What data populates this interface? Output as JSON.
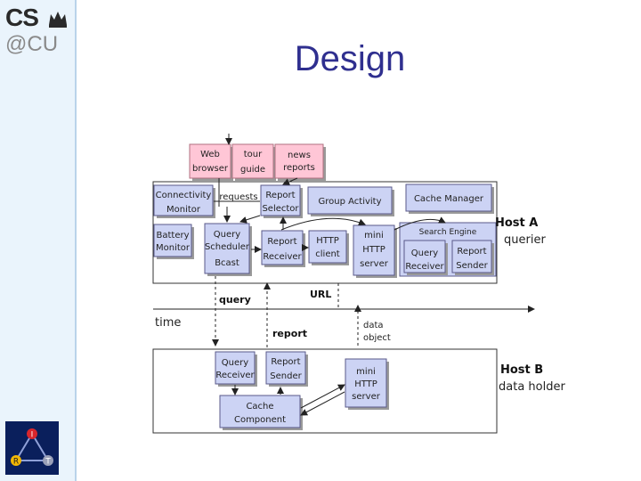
{
  "logo": {
    "cs": "CS",
    "cu": "@CU"
  },
  "irt_logo": {
    "top": "I",
    "left": "R",
    "right": "T"
  },
  "title": "Design",
  "apps": [
    {
      "line1": "Web",
      "line2": "browser"
    },
    {
      "line1": "tour",
      "line2": "guide"
    },
    {
      "line1": "news",
      "line2": "reports"
    }
  ],
  "host_a": {
    "name": "Host A",
    "role": "querier",
    "connectivity": {
      "line1": "Connectivity",
      "line2": "Monitor"
    },
    "requests": "requests",
    "report_selector": {
      "line1": "Report",
      "line2": "Selector"
    },
    "group_activity": "Group Activity",
    "cache_manager": "Cache Manager",
    "battery": {
      "line1": "Battery",
      "line2": "Monitor"
    },
    "query_scheduler": {
      "line1": "Query",
      "line2": "Scheduler",
      "line3": "Bcast"
    },
    "report_receiver": {
      "line1": "Report",
      "line2": "Receiver"
    },
    "http_client": {
      "line1": "HTTP",
      "line2": "client"
    },
    "mini_http": {
      "line1": "mini",
      "line2": "HTTP",
      "line3": "server"
    },
    "search_engine": "Search Engine",
    "query_receiver": {
      "line1": "Query",
      "line2": "Receiver"
    },
    "report_sender": {
      "line1": "Report",
      "line2": "Sender"
    }
  },
  "timeline": {
    "query": "query",
    "url": "URL",
    "time": "time",
    "report": "report",
    "data_object": {
      "line1": "data",
      "line2": "object"
    }
  },
  "host_b": {
    "name": "Host B",
    "role": "data holder",
    "query_receiver": {
      "line1": "Query",
      "line2": "Receiver"
    },
    "report_sender": {
      "line1": "Report",
      "line2": "Sender"
    },
    "mini_http": {
      "line1": "mini",
      "line2": "HTTP",
      "line3": "server"
    },
    "cache_component": {
      "line1": "Cache",
      "line2": "Component"
    }
  }
}
